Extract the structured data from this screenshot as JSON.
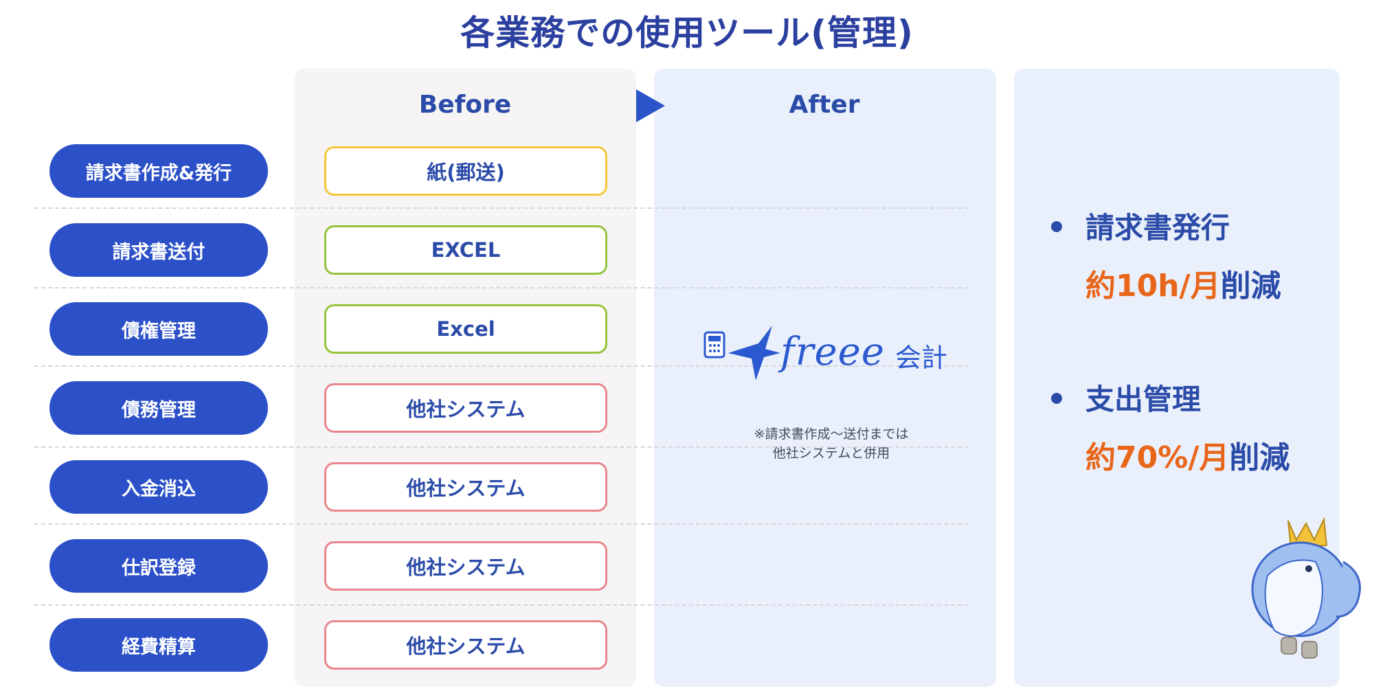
{
  "title": "各業務での使用ツール(管理)",
  "columns": {
    "before": "Before",
    "after": "After"
  },
  "rows": [
    {
      "task": "請求書作成&発行",
      "tool": "紙(郵送)",
      "accent": "yellow"
    },
    {
      "task": "請求書送付",
      "tool": "EXCEL",
      "accent": "green"
    },
    {
      "task": "債権管理",
      "tool": "Excel",
      "accent": "green"
    },
    {
      "task": "債務管理",
      "tool": "他社システム",
      "accent": "red"
    },
    {
      "task": "入金消込",
      "tool": "他社システム",
      "accent": "red"
    },
    {
      "task": "仕訳登録",
      "tool": "他社システム",
      "accent": "red"
    },
    {
      "task": "経費精算",
      "tool": "他社システム",
      "accent": "red"
    }
  ],
  "after": {
    "logo_text": "freee",
    "logo_suffix": "会計",
    "note_line1": "※請求書作成〜送付までは",
    "note_line2": "他社システムと併用"
  },
  "results": [
    {
      "label": "請求書発行",
      "reduction_value": "約10h/月",
      "reduction_suffix": "削減"
    },
    {
      "label": "支出管理",
      "reduction_value": "約70%/月",
      "reduction_suffix": "削減"
    }
  ],
  "colors": {
    "pill": "#2b50c8",
    "title": "#2b3f9f",
    "accent_orange": "#e8661a",
    "yellow": "#f3c63a",
    "green": "#93c43a",
    "red": "#e8868c"
  },
  "icons": [
    "calculator-icon",
    "bird-logo-icon",
    "mascot-whale-crown"
  ]
}
